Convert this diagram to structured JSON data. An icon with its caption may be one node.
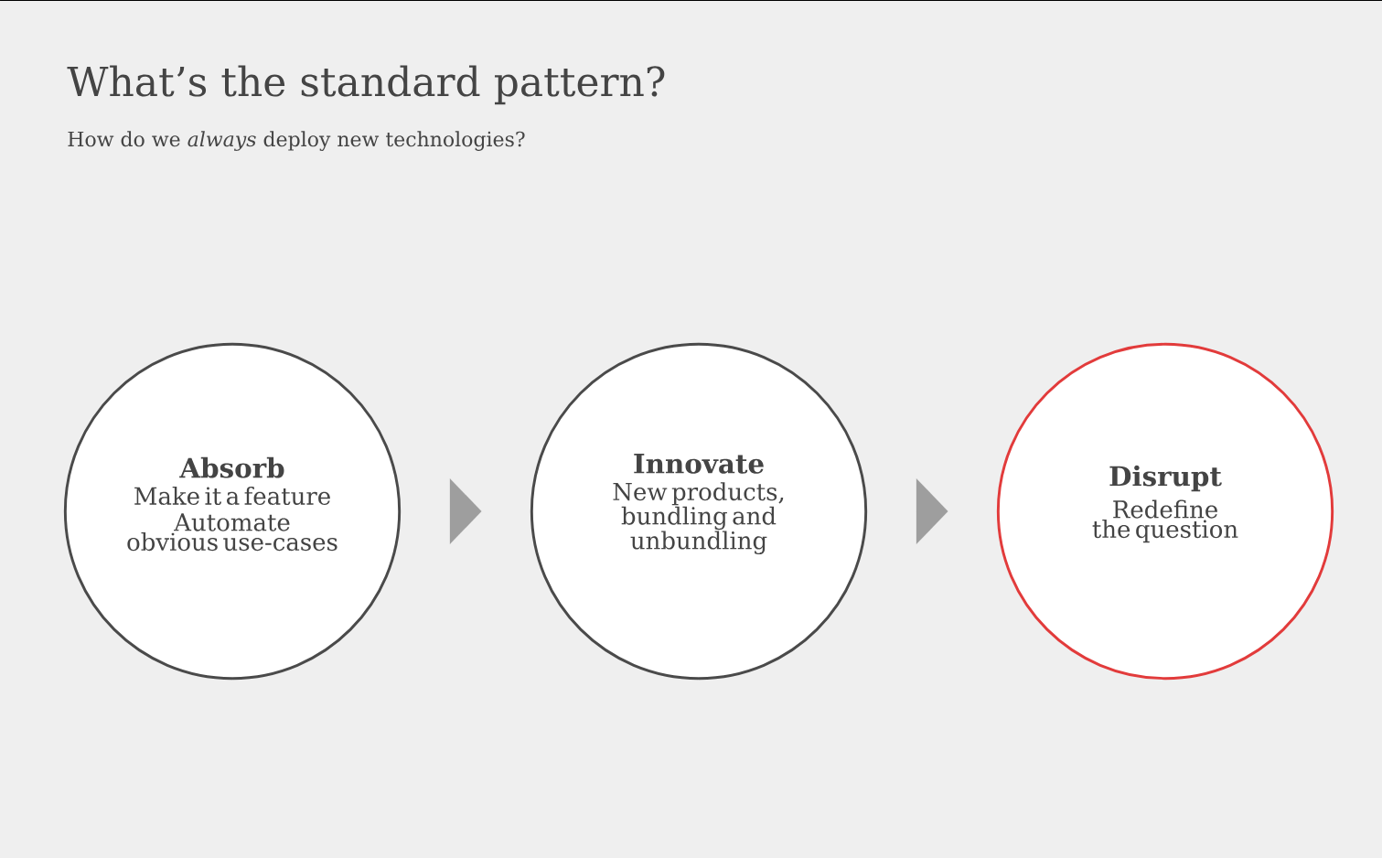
{
  "diagram": {
    "title": "What’s the standard pattern?",
    "caption": "How do we *always* deploy new technologies?",
    "nodes": [
      {
        "text": [
          "Absorb",
          "Make it a feature",
          "Automate obvious use-cases"
        ]
      },
      {
        "text": [
          "Innovate",
          "New products, bundling and unbundling"
        ]
      },
      {
        "text": [
          "Disrupt",
          "Redefine the question"
        ]
      }
    ],
    "edges": [
      {
        "from": 0,
        "to": 1,
        "arrow": "to"
      },
      {
        "from": 1,
        "to": 2,
        "arrow": "to"
      }
    ]
  }
}
